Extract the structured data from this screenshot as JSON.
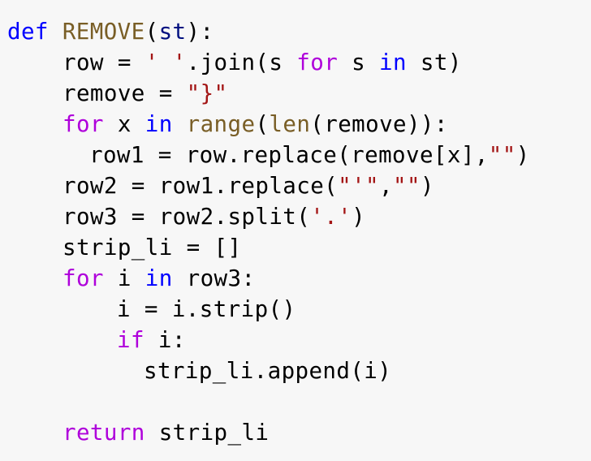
{
  "colors": {
    "background": "#f7f7f7",
    "keyword_def": "#0000ff",
    "keyword_control": "#af00db",
    "function_name": "#795e26",
    "parameter": "#001080",
    "string": "#a31515",
    "text": "#000000"
  },
  "code": {
    "l1": {
      "def": "def",
      "space": " ",
      "fname": "REMOVE",
      "open": "(",
      "param": "st",
      "close": "):"
    },
    "l2": {
      "a": "row = ",
      "str": "' '",
      "b": ".join(s ",
      "for": "for",
      "c": " s ",
      "in": "in",
      "d": " st)"
    },
    "l3": {
      "a": "remove = ",
      "str": "\"}\""
    },
    "l4": {
      "for": "for",
      "a": " x ",
      "in": "in",
      "b": " ",
      "range": "range",
      "c": "(",
      "len": "len",
      "d": "(remove)):"
    },
    "l5": {
      "a": "row1 = row.replace(remove[x],",
      "str": "\"\"",
      "b": ")"
    },
    "l6": {
      "a": "row2 = row1.replace(",
      "str1": "\"'\"",
      "b": ",",
      "str2": "\"\"",
      "c": ")"
    },
    "l7": {
      "a": "row3 = row2.split(",
      "str": "'.'",
      "b": ")"
    },
    "l8": {
      "a": "strip_li = []"
    },
    "l9": {
      "for": "for",
      "a": " i ",
      "in": "in",
      "b": " row3:"
    },
    "l10": {
      "a": "i = i.strip()"
    },
    "l11": {
      "if": "if",
      "a": " i:"
    },
    "l12": {
      "a": "strip_li.append(i)"
    },
    "l14": {
      "return": "return",
      "a": " strip_li"
    }
  }
}
